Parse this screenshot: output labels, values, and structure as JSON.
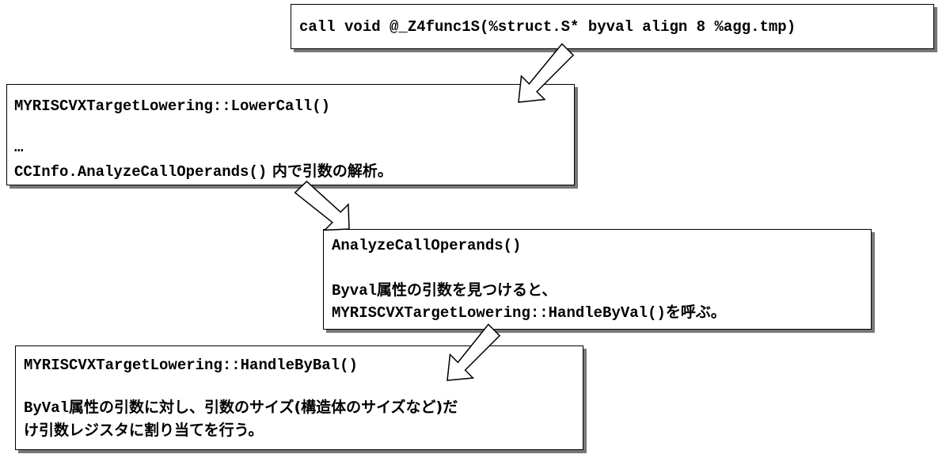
{
  "box1": {
    "line1": "call void @_Z4func1S(%struct.S* byval align 8 %agg.tmp)"
  },
  "box2": {
    "line1": "MYRISCVXTargetLowering::LowerCall()",
    "line2": "…",
    "line3_code": "CCInfo.AnalyzeCallOperands()",
    "line3_jp": "  内で引数の解析。"
  },
  "box3": {
    "line1": "AnalyzeCallOperands()",
    "line2_code": "Byval",
    "line2_jp": "属性の引数を見つけると、",
    "line3_code": "MYRISCVXTargetLowering::HandleByVal()",
    "line3_jp": "を呼ぶ。"
  },
  "box4": {
    "line1": "MYRISCVXTargetLowering::HandleByBal()",
    "line2_code": "ByVal",
    "line2_jp": "属性の引数に対し、引数のサイズ(構造体のサイズなど)だ",
    "line3_jp": "け引数レジスタに割り当てを行う。"
  },
  "colors": {
    "border": "#000000",
    "shadow": "#777777",
    "arrow_fill": "#ffffff"
  }
}
